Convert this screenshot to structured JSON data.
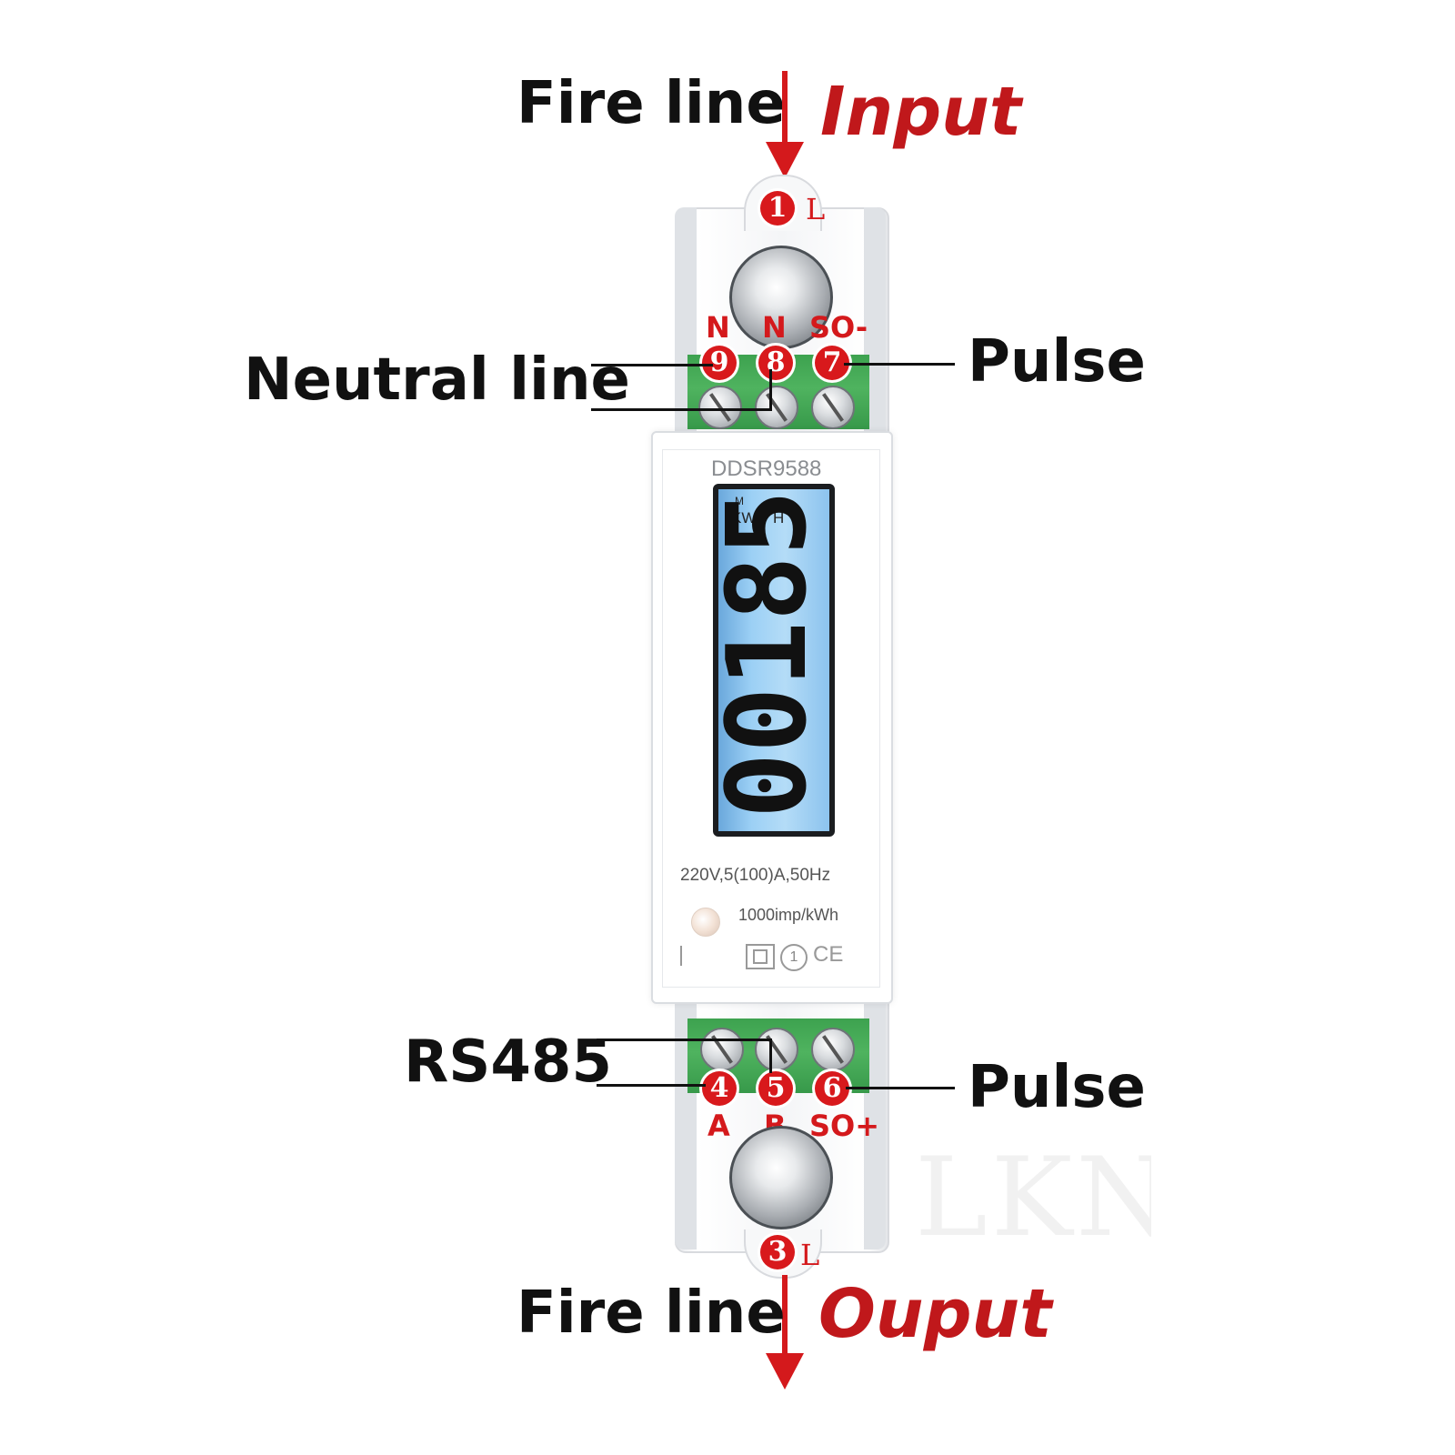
{
  "labels": {
    "top_fire_line": "Fire line",
    "input": "Input",
    "neutral_line": "Neutral line",
    "pulse_top": "Pulse",
    "rs485": "RS485",
    "pulse_bottom": "Pulse",
    "bottom_fire_line": "Fire line",
    "output": "Ouput"
  },
  "terminals": {
    "t1": {
      "num": "1",
      "label": "L"
    },
    "t3": {
      "num": "3",
      "label": "L"
    },
    "top_row": [
      {
        "num": "9",
        "label": "N"
      },
      {
        "num": "8",
        "label": "N"
      },
      {
        "num": "7",
        "label": "SO-"
      }
    ],
    "bottom_row": [
      {
        "num": "4",
        "label": "A"
      },
      {
        "num": "5",
        "label": "B"
      },
      {
        "num": "6",
        "label": "SO+"
      }
    ]
  },
  "meter": {
    "model": "DDSR9588",
    "unit_prefix": "M",
    "unit_kw": "KW",
    "unit_h": "H",
    "reading": "00185",
    "rating": "220V,5(100)A,50Hz",
    "impulse": "1000imp/kWh",
    "class_mark": "1",
    "ce_mark": "CE"
  },
  "watermark": "LKN",
  "colors": {
    "accent_red": "#c0181b",
    "terminal_green": "#4fb35f",
    "lcd_blue": "#9cd0f5"
  }
}
